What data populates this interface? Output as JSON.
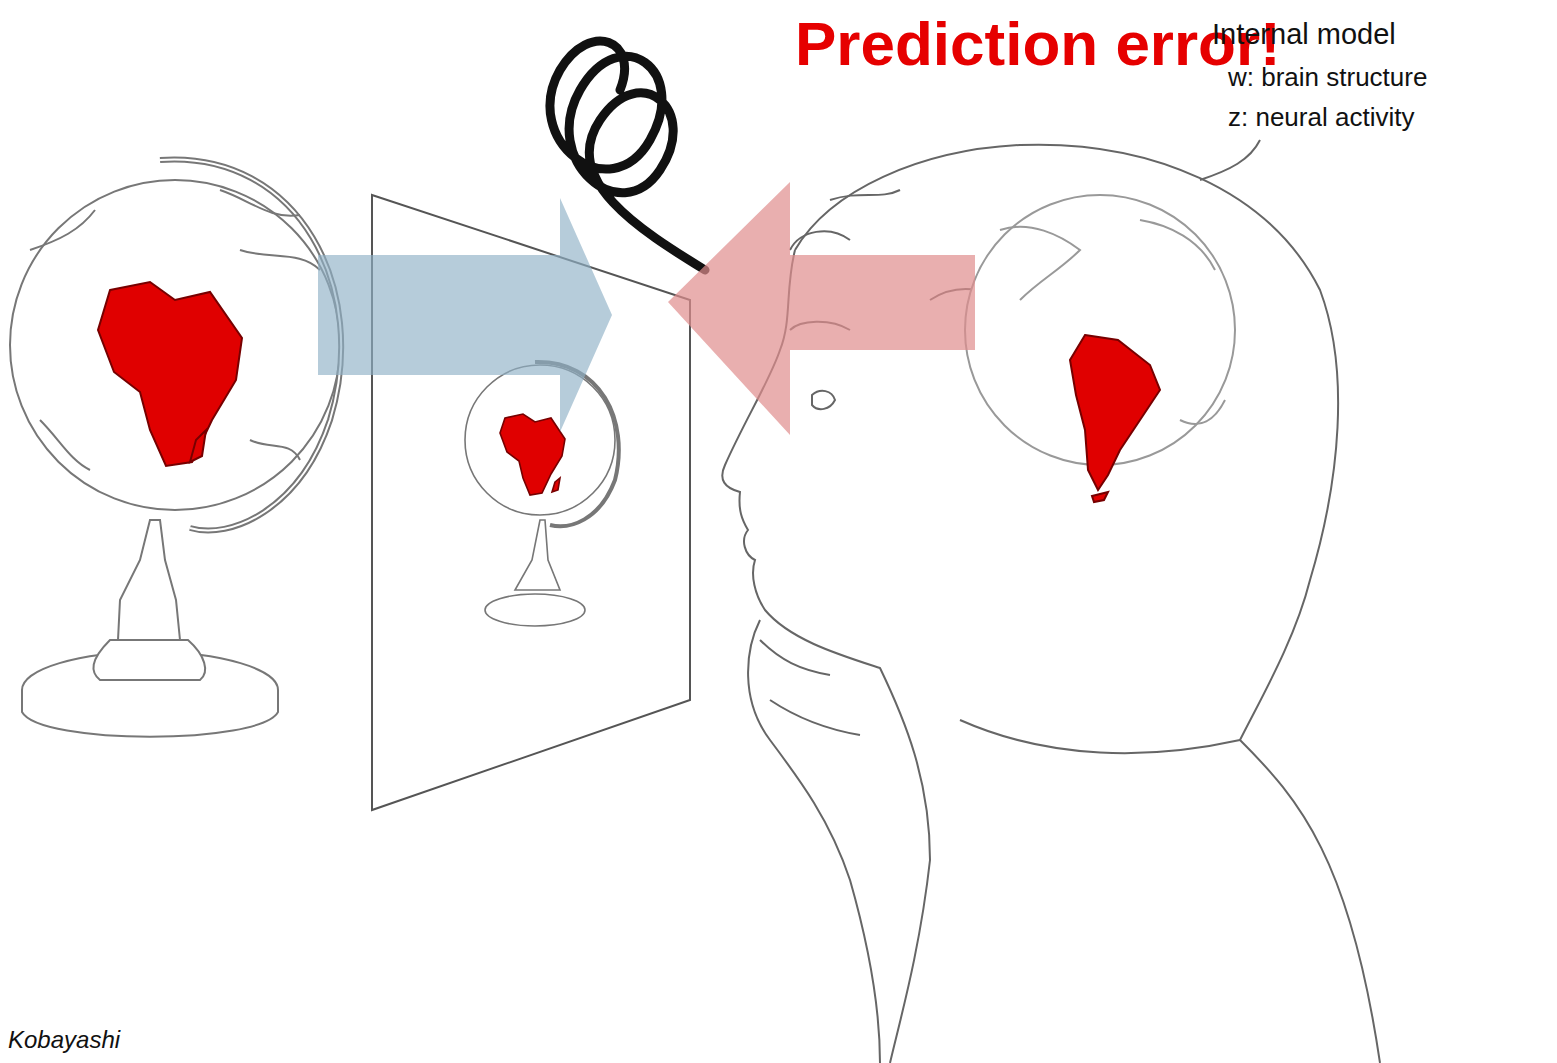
{
  "diagram": {
    "labels": [
      "Prediction error!",
      "Internal model",
      "w: brain structure",
      "z: neural activity",
      "Kobayashi"
    ]
  }
}
